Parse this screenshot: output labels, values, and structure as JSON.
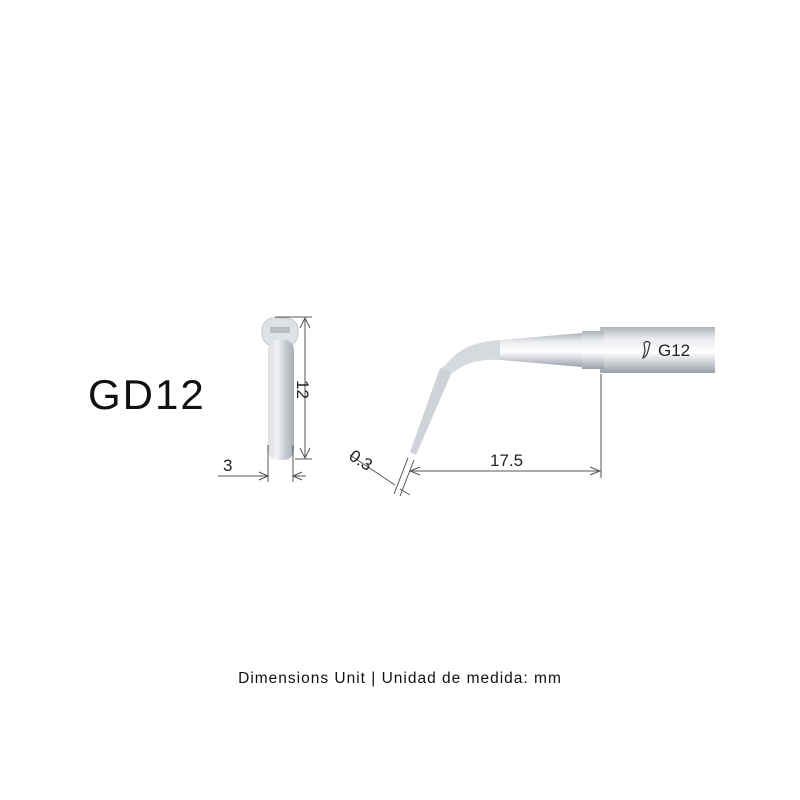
{
  "product": {
    "model": "GD12",
    "engraving": "G12"
  },
  "dimensions": {
    "width": "3",
    "height": "12",
    "tip_diameter": "0.3",
    "length": "17.5"
  },
  "footer": {
    "unit_note": "Dimensions Unit | Unidad de medida: mm"
  },
  "colors": {
    "metal_light": "#e6e8ec",
    "metal_mid": "#c4c8cf",
    "metal_dark": "#9aa0a8",
    "dimension_line": "#555555",
    "text": "#111111"
  }
}
